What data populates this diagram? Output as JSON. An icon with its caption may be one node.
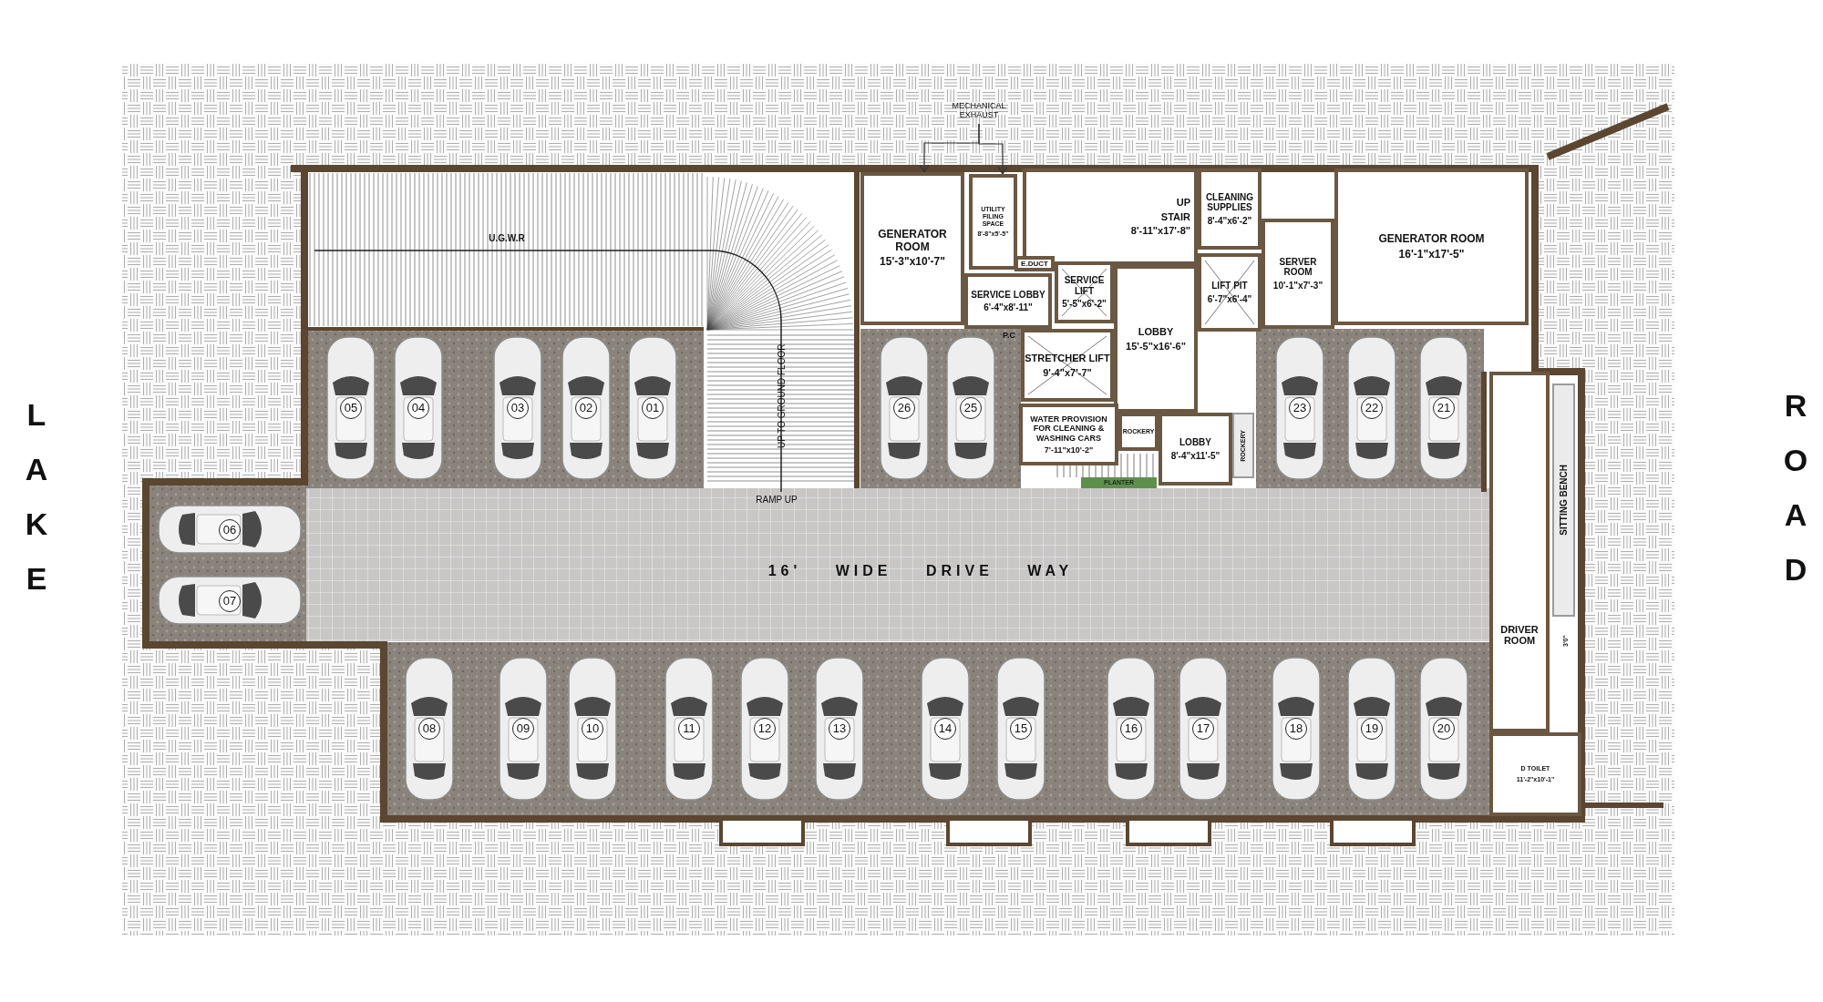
{
  "diagram": {
    "nodes": [
      {
        "text": [
          "MECHANICAL EXHAUST"
        ]
      },
      {
        "text": [
          "GENERATOR ROOM",
          "15'-3\"x10'-7\""
        ]
      },
      {
        "text": [
          "UTILITY FILING SPACE",
          "8'-8\"x5'-5\""
        ]
      },
      {
        "text": [
          "UP",
          "STAIR",
          "8'-11\"x17'-8\""
        ]
      },
      {
        "text": [
          "CLEANING SUPPLIES",
          "8'-4\"x6'-2\""
        ]
      },
      {
        "text": [
          "SERVER ROOM",
          "10'-1\"x7'-3\""
        ]
      },
      {
        "text": [
          "GENERATOR ROOM",
          "16'-1\"x17'-5\""
        ]
      },
      {
        "text": [
          "E.DUCT"
        ]
      },
      {
        "text": [
          "SERVICE LOBBY",
          "6'-4\"x8'-11\""
        ]
      },
      {
        "text": [
          "SERVICE LIFT",
          "5'-5\"x6'-2\""
        ]
      },
      {
        "text": [
          "LIFT PIT",
          "6'-7\"x6'-4\""
        ]
      },
      {
        "text": [
          "LOBBY",
          "15'-5\"x16'-6\""
        ]
      },
      {
        "text": [
          "STRETCHER LIFT",
          "9'-4\"x7'-7\""
        ]
      },
      {
        "text": [
          "05"
        ]
      },
      {
        "text": [
          "04"
        ]
      },
      {
        "text": [
          "03"
        ]
      },
      {
        "text": [
          "02"
        ]
      },
      {
        "text": [
          "01"
        ]
      },
      {
        "text": [
          "26"
        ]
      },
      {
        "text": [
          "25"
        ]
      },
      {
        "text": [
          "23"
        ]
      },
      {
        "text": [
          "22"
        ]
      },
      {
        "text": [
          "21"
        ]
      },
      {
        "text": [
          "WATER PROVISION FOR CLEANING & WASHING CARS",
          "7'-11\"x10'-2\""
        ]
      },
      {
        "text": [
          "ROCKERY"
        ]
      },
      {
        "text": [
          "LOBBY",
          "8'-4\"x11'-5\""
        ]
      },
      {
        "text": [
          "ROCKERY"
        ]
      },
      {
        "text": [
          "PLANTER"
        ]
      },
      {
        "text": [
          "SITTING BENCH"
        ]
      },
      {
        "text": [
          "06"
        ]
      },
      {
        "text": [
          "07"
        ]
      },
      {
        "text": [
          "DRIVER ROOM"
        ]
      },
      {
        "text": [
          "08"
        ]
      },
      {
        "text": [
          "09"
        ]
      },
      {
        "text": [
          "10"
        ]
      },
      {
        "text": [
          "11"
        ]
      },
      {
        "text": [
          "12"
        ]
      },
      {
        "text": [
          "13"
        ]
      },
      {
        "text": [
          "14"
        ]
      },
      {
        "text": [
          "15"
        ]
      },
      {
        "text": [
          "16"
        ]
      },
      {
        "text": [
          "17"
        ]
      },
      {
        "text": [
          "18"
        ]
      },
      {
        "text": [
          "19"
        ]
      },
      {
        "text": [
          "20"
        ]
      },
      {
        "text": [
          "D TOILET",
          "11'-2\"x10'-1\""
        ]
      },
      {
        "text": [],
        "shape": "box"
      },
      {
        "text": [],
        "shape": "box"
      },
      {
        "text": [],
        "shape": "box"
      },
      {
        "text": [],
        "shape": "box"
      }
    ],
    "edges": [
      {
        "from": 0,
        "to": 1,
        "arrow": "to"
      },
      {
        "from": 0,
        "to": 2,
        "arrow": "to"
      }
    ],
    "labels": [
      "U.G.W.R",
      "P.C",
      "UP TO GROUND FLOOR",
      "RAMP UP",
      "LAKE",
      "ROAD",
      "16' WIDE DRIVE WAY",
      "3'0\""
    ]
  }
}
